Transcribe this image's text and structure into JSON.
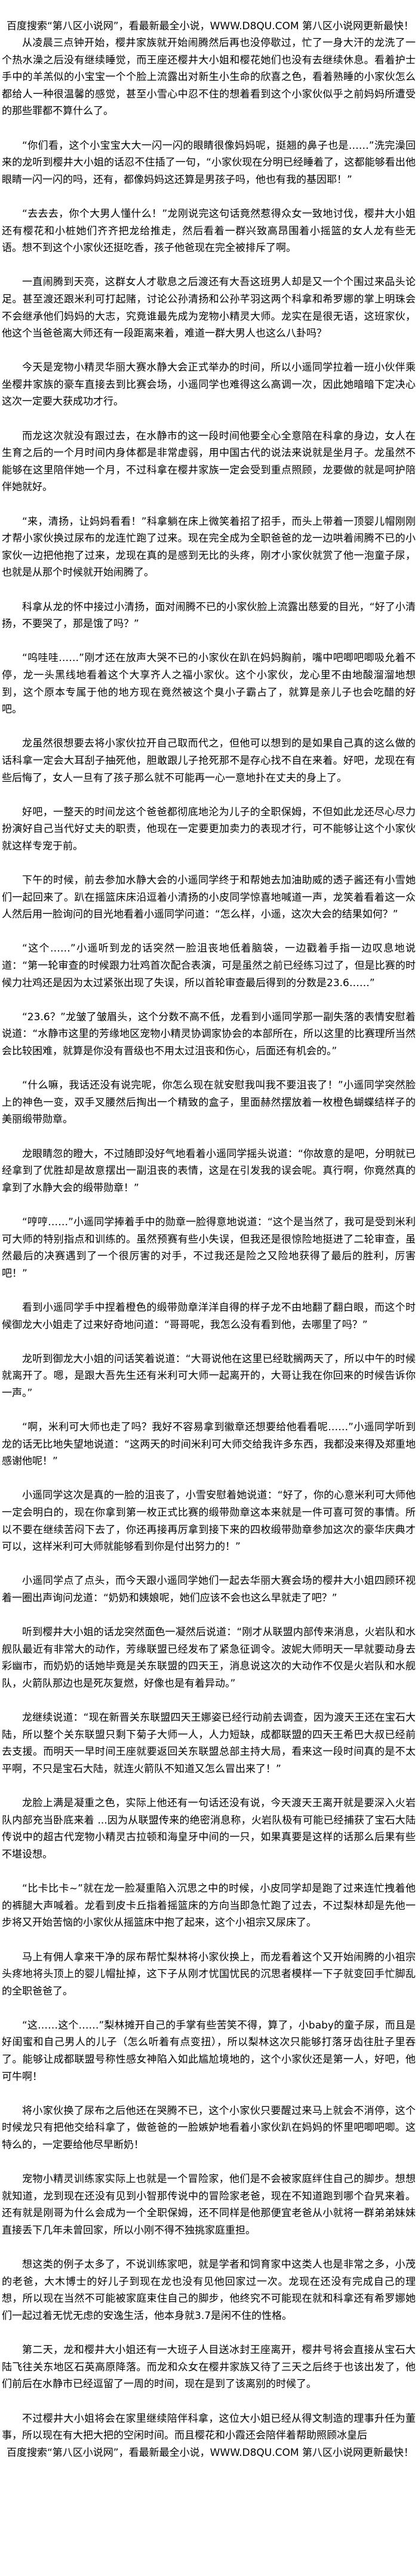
{
  "banner": "百度搜索“第八区小说网”，看最新最全小说，WWW.D8QU.COM   第八区小说网更新最快！",
  "paragraphs": [
    "从凌晨三点钟开始，樱井家族就开始闹腾然后再也没停歇过，忙了一身大汗的龙洗了一个热水澡之后没有继续睡觉，而王座还樱井大小姐和樱花她们也没有去继续休息。看着护士手中的羊羔似的小宝宝一个个脸上流露出对新生小生命的欣喜之色，看着熟睡的小家伙怎么都给人一种很温馨的感觉，甚至小雪心中忍不住的想着看到这个小家伙似乎之前妈妈所遭受的那些罪都不算什么了。",
    "“你们看，这个小宝宝大大一闪一闪的眼睛很像妈妈呢，挺翘的鼻子也是……”洗完澡回来的龙听到樱井大小姐的话忍不住插了一句，“小家伙现在分明已经睡着了，这都能够看出他眼睛一闪一闪的吗，还有，都像妈妈这还算是男孩子吗，他也有我的基因耶！”",
    "“去去去，你个大男人懂什么！”龙刚说完这句话竟然惹得众女一致地讨伐，樱井大小姐还有樱花和小桩她们齐齐把龙给推走，然后看着一群兴致高昂围着小摇篮的女人龙有些无语。想不到这个小家伙还挺吃香，孩子他爸现在完全被排斥了啊。",
    "一直闹腾到天亮，这群女人才歇息之后渡还有大吾这班男人却是又一个个围过来品头论足。甚至渡还跟米利可打起赌，讨论公孙清扬和公孙芊羽这两个科拿和希罗娜的掌上明珠会不会继承他们妈妈的大志，究竟谁最先成为宠物小精灵大师。龙实在是很无语，这班家伙，他这个当爸爸离大师还有一段距离来着，难道一群大男人也这么八卦吗？",
    "今天是宠物小精灵华丽大赛水静大会正式举办的时间，所以小遥同学拉着一班小伙伴乘坐樱井家族的豪车直接去到比赛会场，小遥同学也难得这么高调一次，因此她暗暗下定决心这次一定要大获成功才行。",
    "而龙这次就没有跟过去，在水静市的这一段时间他要全心全意陪在科拿的身边，女人在生育之后的一个月时间内身体都是非常虚弱，用中国古代的说法来说就是坐月子。龙虽然不能够在这里陪伴她一个月，不过科拿在樱井家族一定会受到重点照顾，龙要做的就是呵护陪伴她就好。",
    "“来，清扬，让妈妈看看！”科拿躺在床上微笑着招了招手，而头上带着一顶婴儿帽刚刚才帮小家伙换过尿布的龙连忙跑了过来。现在完全成为全职爸爸的龙一边哄着闹腾不已的小家伙一边把他抱了过来，龙现在真的是感到无比的头疼，刚才小家伙就赏了他一泡童子尿，也就是从那个时候就开始闹腾了。",
    "科拿从龙的怀中接过小清扬，面对闹腾不已的小家伙脸上流露出慈爱的目光，“好了小清扬，不要哭了，那是饿了吗？”",
    "“呜哇哇……”刚才还在放声大哭不已的小家伙在趴在妈妈胸前，嘴中吧唧吧唧吸允着不停，龙一头黑线地看着这个大享齐人之福小家伙。这个小家伙，龙心里不由地酸溜溜地想到，这个原本专属于他的地方现在竟然被这个臭小子霸占了，就算是亲儿子也会吃醋的好吧。",
    "龙虽然很想要去将小家伙拉开自己取而代之，但他可以想到的是如果自己真的这么做的话科拿一定会大耳刮子抽死他，胆敢跟儿子抢死那不是存心找不自在来着。好吧，龙现在有些后悔了，女人一旦有了孩子那么就不可能再一心一意地扑在丈夫的身上了。",
    "好吧，一整天的时间龙这个爸爸都彻底地沦为儿子的全职保姆，不但如此龙还尽心尽力扮演好自己当代好丈夫的职责，他现在一定要更加卖力的表现才行，可不能够让这个小家伙就这样专宠于前。",
    "下午的时候，前去参加水静大会的小遥同学终于和帮她去加油助威的透子酱还有小雪她们一起回来了。趴在摇篮床床沿逗着小清扬的小皮同学惊喜地喊道一声，龙笑着看着这一众人然后用一脸询问的目光地看着小遥同学问道：“怎么样，小遥，这次大会的结果如何？”",
    "“这个……”小遥听到龙的话突然一脸沮丧地低着脑袋，一边戳着手指一边叹息地说道：“第一轮审查的时候跟力壮鸡首次配合表演，可是虽然之前已经练习过了，但是比赛的时候力壮鸡还是因为太过紧张出现了失误，所以首轮审查最后得到的分数是23.6……”",
    "“23.6？”龙皱了皱眉头，这个分数不高不低，龙看到小遥同学那一副失落的表情安慰着说道：“水静市这里的芳缘地区宠物小精灵协调家协会的本部所在，所以这里的比赛理所当然会比较困难，就算是你没有晋级也不用太过沮丧和伤心，后面还有机会的。”",
    "“什么嘛，我话还没有说完呢，你怎么现在就安慰我叫我不要沮丧了！”小遥同学突然脸上的神色一变，双手叉腰然后掏出一个精致的盒子，里面赫然摆放着一枚橙色蝴蝶结样子的美丽缎带勋章。",
    "龙眼睛忽的瞪大，不过随即没好气地看着小遥同学摇头说道：“你故意的是吧，分明就已经拿到了优胜却是故意摆出一副沮丧的表情，这是在引发我的误会呢。真行啊，你竟然真的拿到了水静大会的缎带勋章！”",
    "“哼哼……”小遥同学捧着手中的勋章一脸得意地说道：“这个是当然了，我可是受到米利可大师的特别指点和训练的。虽然预赛有些小失误，但我还是很惊险地挺进了二轮审查，虽然最后的决赛遇到了一个很厉害的对手，不过我还是险之又险地获得了最后的胜利，厉害吧！”",
    "看到小遥同学手中捏着橙色的缎带勋章洋洋自得的样子龙不由地翻了翻白眼，而这个时候御龙大小姐走了过来好奇地问道：“哥哥呢，我怎么没有看到他，去哪里了吗？”",
    "龙听到御龙大小姐的问话笑着说道：“大哥说他在这里已经耽搁两天了，所以中午的时候就离开了。嗯，是跟大吾先生还有米利可大师一起离开的，大哥让我在你回来的时候告诉你一声。”",
    "“啊，米利可大师也走了吗？我好不容易拿到徽章还想要给他看看呢……”小遥同学听到龙的话无比地失望地说道：“这两天的时间米利可大师交给我许多东西，我都没来得及郑重地感谢他呢！”",
    "小遥同学这次是真的一脸的沮丧了，小雪安慰着她说道：“好了，你的心意米利可大师他一定会明白的，现在你拿到第一枚正式比赛的缎带勋章这本来就是一件可喜可贺的事情。所以不要在继续苦闷下去了，你还再接再厉拿到接下来的四枚缎带勋章参加这次的豪华庆典才可以，这样米利可大师就能够看到你是付出努力的！”",
    "小遥同学点了点头，而今天跟小遥同学她们一起去华丽大赛会场的樱井大小姐四顾环视着一圈出声询问龙道：“奶奶和姨娘呢，她们应该不会也这么早就走了吧？”",
    "听到樱井大小姐的话龙突然面色一凝然后说道：“刚才从联盟内部传来消息，火岩队和水舰队最近有非常大的动作，芳缘联盟已经发布了紧急征调令。波妮大师明天一早就要动身去彩幽市，而奶奶的话她毕竟是关东联盟的四天王，消息说这次的大动作不仅是火岩队和水舰队，火箭队那边也是死灰复燃，好像也是有着异动。”",
    "龙继续说道：“现在新晋关东联盟四天王娜姿已经行动前去调查，因为渡天王还在宝石大陆，所以整个关东联盟只剩下菊子大师一人，人力短缺，成都联盟的四天王希巴大叔已经前去支援。而明天一早时间王座就要返回关东联盟总部主持大局，看来这一段时间真的是不太平啊，不只是宝石大陆，就连火箭队不知道又怎么冒出来了！”",
    "龙脸上满是凝重之色，实际上他还有一句话还没有说，今天渡天王离开就是要深入火岩队内部充当卧底来着 ...因为从联盟传来的绝密消息称，火岩队极有可能已经捕获了宝石大陆传说中的超古代宠物小精灵古拉顿和海皇牙中间的一只，如果真要是这样的话那么后果有些不堪设想。",
    "“比卡比卡~”就在龙一脸凝重陷入沉思之中的时候，小皮同学却是跑了过来连忙拽着他的裤腿大声喊着。龙看到皮卡丘指着摇篮床的方向当即急忙跑了过去，不过梨林却是先他一步将又开始苦恼的小家伙从摇篮床中抱了起来，这个小祖宗又尿床了。",
    "马上有佣人拿来干净的尿布帮忙梨林将小家伙换上，而龙看着这个又开始闹腾的小祖宗头疼地将头顶上的婴儿帽扯掉，这下子从刚才忧国忧民的沉思者模样一下子就变回手忙脚乱的全职爸爸了。",
    "“这……这个……”梨林摊开自己的手掌有些苦笑不得，算了，小baby的童子尿，而且是好闺蜜和自己男人的儿子（怎么听着有点变扭），所以梨林这次只能够打落牙齿往肚子里吞了。能够让成都联盟号称性感女神陷入如此尴尬境地的，这个小家伙还是第一人，好吧，他可牛啊！",
    "将小家伙换了尿布之后他还在哭腾不已，这个小家伙只要醒过来马上就会不消停，这个时候龙只有把他交给科拿了，做爸爸的一脸嫉妒地看着小家伙趴在妈妈的怀里吧唧吧唧。这特么的，一定要给他尽早断奶！",
    "宠物小精灵训练家实际上也就是一个冒险家，他们是不会被家庭绊住自己的脚步。想想就知道，龙到现在还没有见到小智那传说中的冒险家老爸，现在不知道跑到哪个旮旯来着。还有就是刚哥为什么会成为一个全职保姆，还不同样是他那便宜老爸从小就将一群弟弟妹妹直接丢下几年未曾回家，所以小刚不得不独挑家庭重担。",
    "想这类的例子太多了，不说训练家吧，就是学者和饲育家中这类人也是非常之多，小茂的老爸，大木博士的好儿子到现在龙也没有见他回家过一次。龙现在还没有完成自己的理想，所以现在当然不可能被家庭束住自己的脚步，他终究不可能现在就和科拿还有希罗娜她们一起过着无忧无虑的安逸生活，他本身就3.7是闲不住的性格。",
    "第二天，龙和樱井大小姐还有一大班子人目送冰封王座离开，樱井号将会直接从宝石大陆飞往关东地区石英高原降落。而龙和众女在樱井家族又待了三天之后终于也该出发了，他们前后在水静市已经逗留了一周的时间，现在是到了该离别的时候了。",
    "不过樱井大小姐将会在家里继续陪伴科拿，这位大小姐已经从得文制造的理事升任为董事，所以现在有大把大把的空闲时间。而且樱花和小霞还会陪伴着帮助照顾冰皇后"
  ]
}
